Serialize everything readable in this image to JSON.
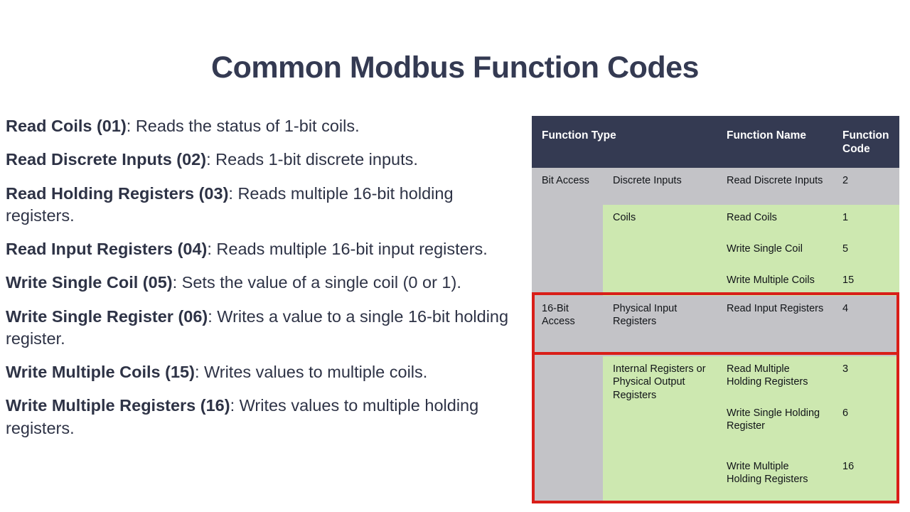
{
  "slide": {
    "title": "Common Modbus Function Codes",
    "background_color": "#ffffff",
    "title_color": "#343a52"
  },
  "bullets": [
    {
      "term": "Read Coils (01)",
      "desc": ": Reads the status of 1-bit coils."
    },
    {
      "term": "Read Discrete Inputs (02)",
      "desc": ": Reads 1-bit discrete inputs."
    },
    {
      "term": "Read Holding Registers (03)",
      "desc": ": Reads multiple 16-bit holding registers."
    },
    {
      "term": "Read Input Registers (04)",
      "desc": ": Reads multiple 16-bit input registers."
    },
    {
      "term": "Write Single Coil (05)",
      "desc": ": Sets the value of a single coil (0 or 1)."
    },
    {
      "term": "Write Single Register (06)",
      "desc": ": Writes a value to a single 16-bit holding register."
    },
    {
      "term": "Write Multiple Coils (15)",
      "desc": ": Writes values to multiple coils."
    },
    {
      "term": "Write Multiple Registers (16)",
      "desc": ": Writes values to multiple holding registers."
    }
  ],
  "table": {
    "header_bg": "#343a52",
    "header_text_color": "#ffffff",
    "gray_row_bg": "#c3c3c7",
    "green_row_bg": "#cde8b0",
    "highlight_color": "#d91e18",
    "headers": {
      "function_type": "Function Type",
      "function_type_sub": "",
      "function_name": "Function Name",
      "function_code": "Function Code"
    },
    "rows": [
      {
        "function_type": "Bit Access",
        "sub_type": "Discrete Inputs",
        "function_name": "Read Discrete Inputs",
        "function_code": "2",
        "bg": "gray"
      },
      {
        "function_type": "",
        "sub_type": "Coils",
        "function_name": "Read Coils",
        "function_code": "1",
        "bg": "green"
      },
      {
        "function_type": "",
        "sub_type": "",
        "function_name": "Write Single Coil",
        "function_code": "5",
        "bg": "green"
      },
      {
        "function_type": "",
        "sub_type": "",
        "function_name": "Write Multiple Coils",
        "function_code": "15",
        "bg": "green"
      },
      {
        "function_type": "16-Bit Access",
        "sub_type": "Physical Input Registers",
        "function_name": "Read Input Registers",
        "function_code": "4",
        "bg": "gray"
      },
      {
        "function_type": "",
        "sub_type": "Internal Registers or Physical Output Registers",
        "function_name": "Read Multiple Holding Registers",
        "function_code": "3",
        "bg": "green"
      },
      {
        "function_type": "",
        "sub_type": "",
        "function_name": "Write Single Holding Register",
        "function_code": "6",
        "bg": "green"
      },
      {
        "function_type": "",
        "sub_type": "",
        "function_name": "Write Multiple Holding Registers",
        "function_code": "16",
        "bg": "green"
      }
    ]
  }
}
